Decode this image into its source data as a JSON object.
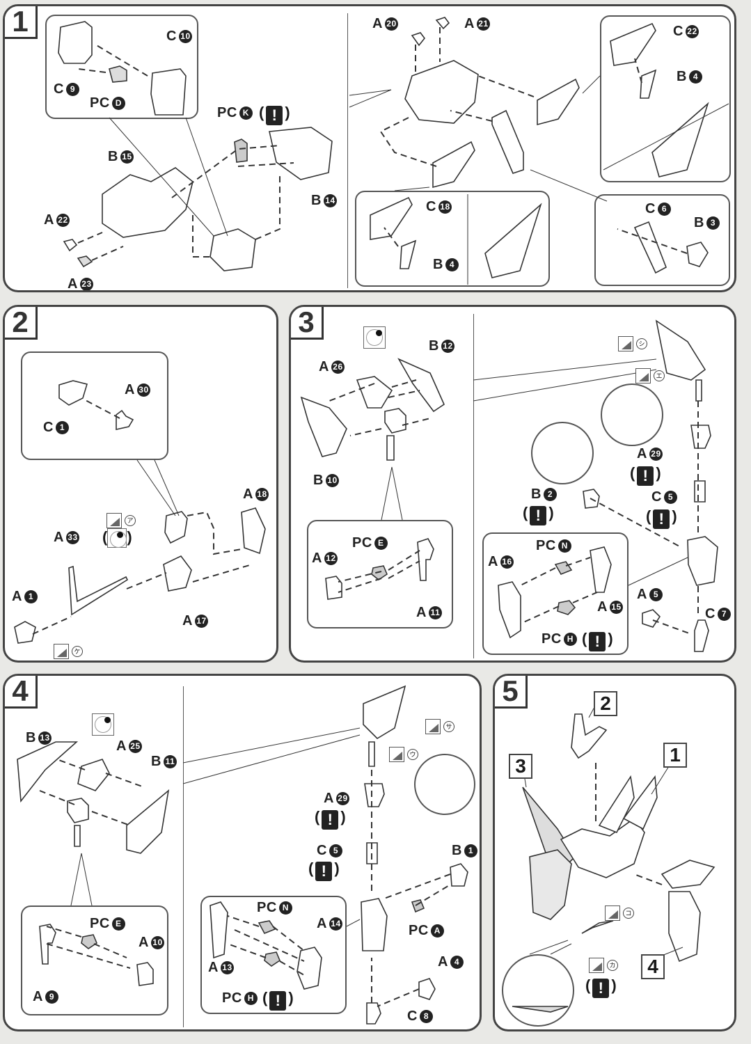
{
  "page": {
    "title": "Assembly instruction sheet",
    "warning_symbol": "!"
  },
  "steps": [
    {
      "number": "1",
      "labels": {
        "c10": {
          "letter": "C",
          "num": "10"
        },
        "c9": {
          "letter": "C",
          "num": "9"
        },
        "pcd": {
          "letter": "PC",
          "num": "D"
        },
        "pck": {
          "letter": "PC",
          "num": "K"
        },
        "b15": {
          "letter": "B",
          "num": "15"
        },
        "b14": {
          "letter": "B",
          "num": "14"
        },
        "a22": {
          "letter": "A",
          "num": "22"
        },
        "a23": {
          "letter": "A",
          "num": "23"
        },
        "a20": {
          "letter": "A",
          "num": "20"
        },
        "a21": {
          "letter": "A",
          "num": "21"
        },
        "c22": {
          "letter": "C",
          "num": "22"
        },
        "b4a": {
          "letter": "B",
          "num": "4"
        },
        "c18": {
          "letter": "C",
          "num": "18"
        },
        "b4b": {
          "letter": "B",
          "num": "4"
        },
        "c6": {
          "letter": "C",
          "num": "6"
        },
        "b3": {
          "letter": "B",
          "num": "3"
        }
      }
    },
    {
      "number": "2",
      "labels": {
        "c1": {
          "letter": "C",
          "num": "1"
        },
        "a30": {
          "letter": "A",
          "num": "30"
        },
        "a18": {
          "letter": "A",
          "num": "18"
        },
        "a33": {
          "letter": "A",
          "num": "33"
        },
        "a1": {
          "letter": "A",
          "num": "1"
        },
        "a17": {
          "letter": "A",
          "num": "17"
        }
      },
      "stickers": {
        "a": "ア",
        "ke": "ケ"
      }
    },
    {
      "number": "3",
      "labels": {
        "a26": {
          "letter": "A",
          "num": "26"
        },
        "b12": {
          "letter": "B",
          "num": "12"
        },
        "b10": {
          "letter": "B",
          "num": "10"
        },
        "a12": {
          "letter": "A",
          "num": "12"
        },
        "pce": {
          "letter": "PC",
          "num": "E"
        },
        "a11": {
          "letter": "A",
          "num": "11"
        },
        "a29": {
          "letter": "A",
          "num": "29"
        },
        "b2": {
          "letter": "B",
          "num": "2"
        },
        "c5": {
          "letter": "C",
          "num": "5"
        },
        "a16": {
          "letter": "A",
          "num": "16"
        },
        "pcn": {
          "letter": "PC",
          "num": "N"
        },
        "a15": {
          "letter": "A",
          "num": "15"
        },
        "pch": {
          "letter": "PC",
          "num": "H"
        },
        "a5": {
          "letter": "A",
          "num": "5"
        },
        "c7": {
          "letter": "C",
          "num": "7"
        }
      },
      "stickers": {
        "shi": "シ",
        "e": "エ"
      }
    },
    {
      "number": "4",
      "labels": {
        "b13": {
          "letter": "B",
          "num": "13"
        },
        "a25": {
          "letter": "A",
          "num": "25"
        },
        "b11": {
          "letter": "B",
          "num": "11"
        },
        "pce": {
          "letter": "PC",
          "num": "E"
        },
        "a10": {
          "letter": "A",
          "num": "10"
        },
        "a9": {
          "letter": "A",
          "num": "9"
        },
        "a29": {
          "letter": "A",
          "num": "29"
        },
        "c5": {
          "letter": "C",
          "num": "5"
        },
        "b1": {
          "letter": "B",
          "num": "1"
        },
        "pca": {
          "letter": "PC",
          "num": "A"
        },
        "pcn": {
          "letter": "PC",
          "num": "N"
        },
        "a14": {
          "letter": "A",
          "num": "14"
        },
        "a13": {
          "letter": "A",
          "num": "13"
        },
        "pch": {
          "letter": "PC",
          "num": "H"
        },
        "a4": {
          "letter": "A",
          "num": "4"
        },
        "c8": {
          "letter": "C",
          "num": "8"
        }
      },
      "stickers": {
        "sa": "サ",
        "u": "ウ"
      }
    },
    {
      "number": "5",
      "sub_refs": [
        "2",
        "1",
        "3",
        "4"
      ],
      "stickers": {
        "ko": "コ",
        "ka": "カ"
      }
    }
  ]
}
